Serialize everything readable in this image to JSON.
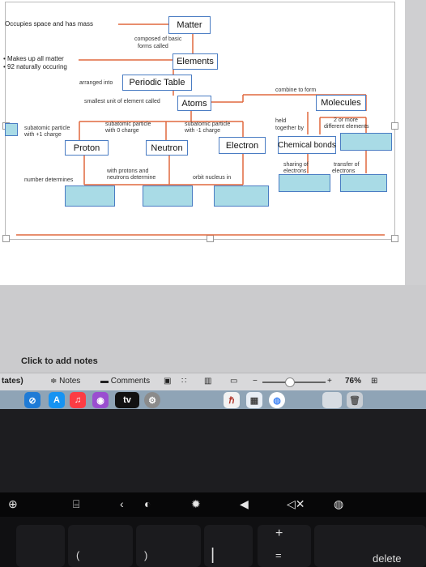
{
  "slide": {
    "texts": {
      "occupies": "Occupies space and has mass",
      "composed": "composed of basic",
      "forms_called": "forms called",
      "makes_up": "• Makes up all matter",
      "naturally": "• 92 naturally occuring",
      "arranged_into": "arranged into",
      "smallest_unit": "smallest unit of element called",
      "combine_to_form": "combine to form",
      "sub_pos_1": "subatomic particle",
      "sub_pos_2": "with +1 charge",
      "sub_zero_1": "subatomic particle",
      "sub_zero_2": "with 0 charge",
      "sub_neg_1": "subatomic particle",
      "sub_neg_2": "with -1 charge",
      "held_1": "held",
      "held_2": "together by",
      "two_more_1": "2 or more",
      "two_more_2": "different elements",
      "number_determines": "number determines",
      "with_protons_1": "with protons and",
      "with_protons_2": "neutrons determine",
      "orbit": "orbit nucleus in",
      "sharing_1": "sharing of",
      "sharing_2": "electrons",
      "transfer_1": "transfer of",
      "transfer_2": "electrons"
    },
    "boxes": {
      "matter": "Matter",
      "elements": "Elements",
      "periodic_table": "Periodic Table",
      "atoms": "Atoms",
      "molecules": "Molecules",
      "proton": "Proton",
      "neutron": "Neutron",
      "electron": "Electron",
      "chemical_bonds": "Chemical bonds"
    }
  },
  "notes": {
    "placeholder": "Click to add notes"
  },
  "statusbar": {
    "left": "tates)",
    "notes": "Notes",
    "comments": "Comments",
    "zoom": "76%"
  },
  "dock": {
    "apps": [
      "safari-icon",
      "app-store-icon",
      "music-icon",
      "podcasts-icon",
      "apple-tv-icon",
      "settings-icon",
      "hyperlink-app-icon",
      "photos-icon",
      "chrome-icon",
      "folder-icon",
      "trash-icon"
    ],
    "tv_label": "tv"
  },
  "keyboard": {
    "plus": "+",
    "equals": "=",
    "delete": "delete",
    "open_paren": "(",
    "close_paren": ")"
  }
}
